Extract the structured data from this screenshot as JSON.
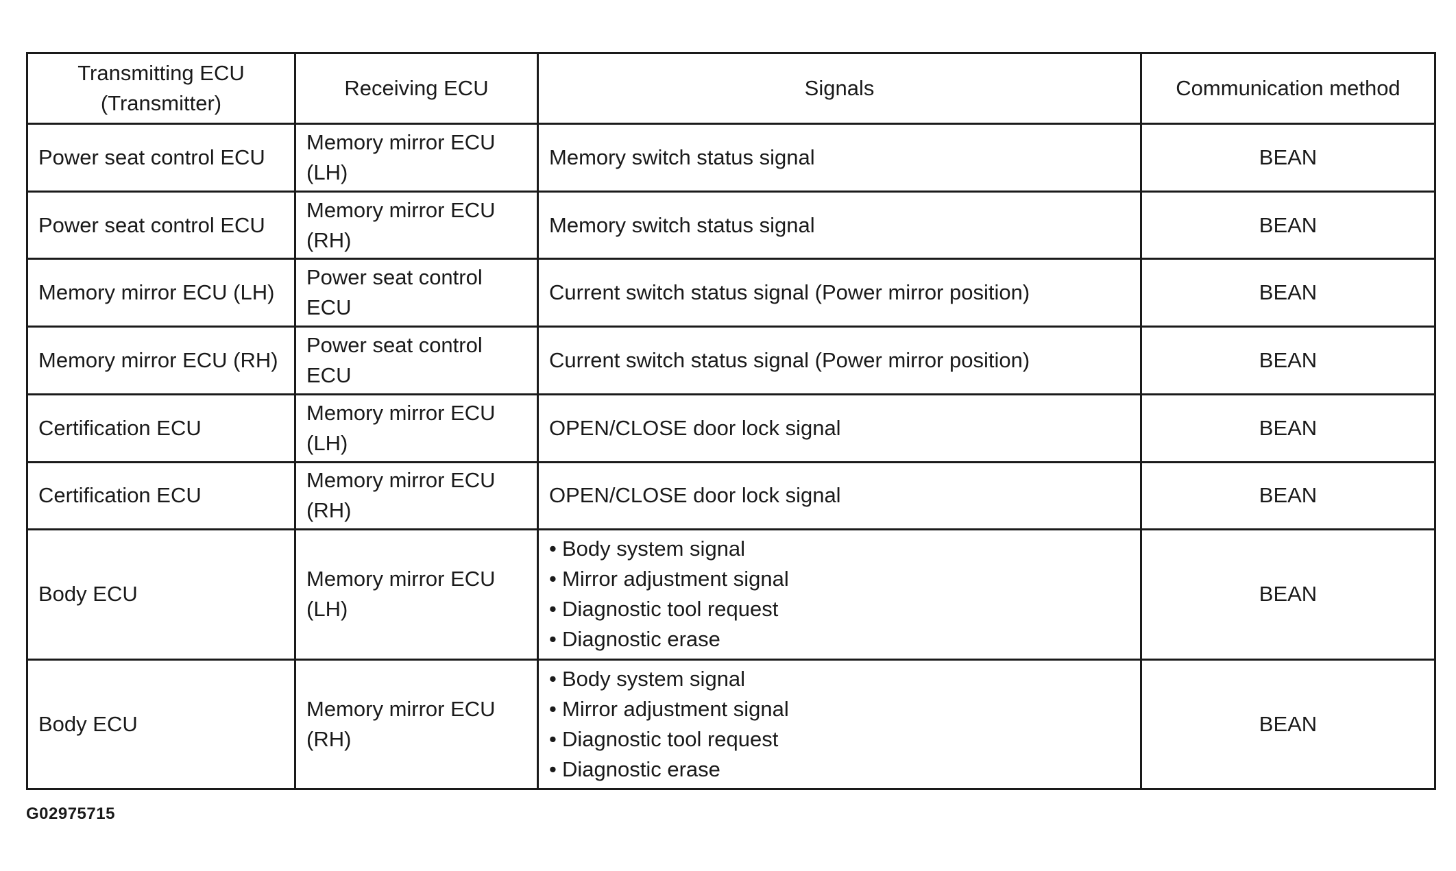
{
  "table": {
    "headers": {
      "transmitter": "Transmitting ECU\n(Transmitter)",
      "receiver": "Receiving ECU",
      "signals": "Signals",
      "method": "Communication method"
    },
    "rows": [
      {
        "transmitter": "Power seat control ECU",
        "receiver": [
          "Memory mirror ECU",
          "(LH)"
        ],
        "signals": [
          "Memory switch status signal"
        ],
        "method": "BEAN"
      },
      {
        "transmitter": "Power seat control ECU",
        "receiver": [
          "Memory mirror ECU",
          "(RH)"
        ],
        "signals": [
          "Memory switch status signal"
        ],
        "method": "BEAN"
      },
      {
        "transmitter": "Memory mirror ECU (LH)",
        "receiver": [
          "Power seat control",
          "ECU"
        ],
        "signals": [
          "Current switch status signal (Power mirror position)"
        ],
        "method": "BEAN"
      },
      {
        "transmitter": "Memory mirror ECU (RH)",
        "receiver": [
          "Power seat control",
          "ECU"
        ],
        "signals": [
          "Current switch status signal (Power mirror position)"
        ],
        "method": "BEAN"
      },
      {
        "transmitter": "Certification ECU",
        "receiver": [
          "Memory mirror ECU",
          "(LH)"
        ],
        "signals": [
          "OPEN/CLOSE door lock signal"
        ],
        "method": "BEAN"
      },
      {
        "transmitter": "Certification ECU",
        "receiver": [
          "Memory mirror ECU",
          "(RH)"
        ],
        "signals": [
          "OPEN/CLOSE door lock signal"
        ],
        "method": "BEAN"
      },
      {
        "transmitter": "Body ECU",
        "receiver": [
          "Memory mirror ECU",
          "(LH)"
        ],
        "signals": [
          "Body system signal",
          "Mirror adjustment signal",
          "Diagnostic tool request",
          "Diagnostic erase"
        ],
        "method": "BEAN"
      },
      {
        "transmitter": "Body ECU",
        "receiver": [
          "Memory mirror ECU",
          "(RH)"
        ],
        "signals": [
          "Body system signal",
          "Mirror adjustment signal",
          "Diagnostic tool request",
          "Diagnostic erase"
        ],
        "method": "BEAN"
      }
    ]
  },
  "figure_id": "G02975715"
}
